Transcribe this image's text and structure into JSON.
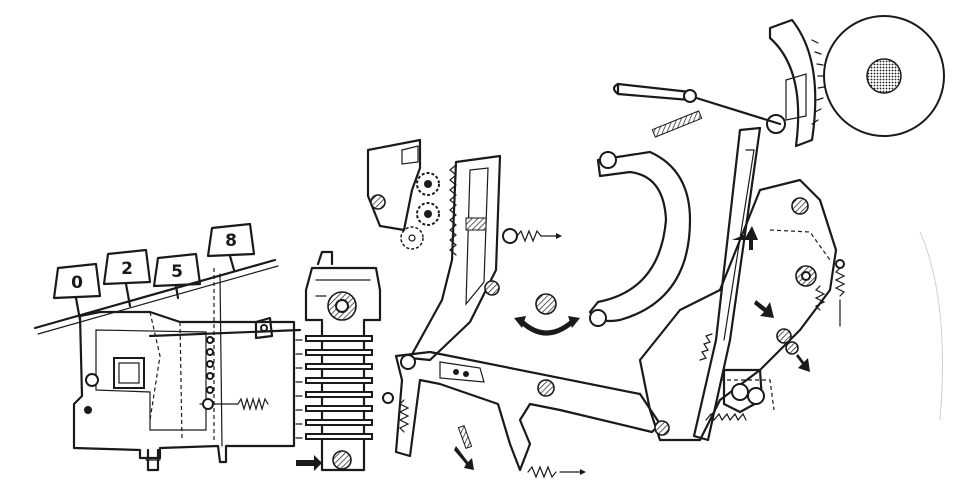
{
  "keys": [
    {
      "label": "0"
    },
    {
      "label": "2"
    },
    {
      "label": "5"
    },
    {
      "label": "8"
    }
  ],
  "colors": {
    "ink": "#1a1a1a",
    "paper": "#ffffff"
  },
  "icons": [
    "arrow-icon",
    "spring-icon",
    "gear-icon",
    "curved-arrow-icon"
  ]
}
